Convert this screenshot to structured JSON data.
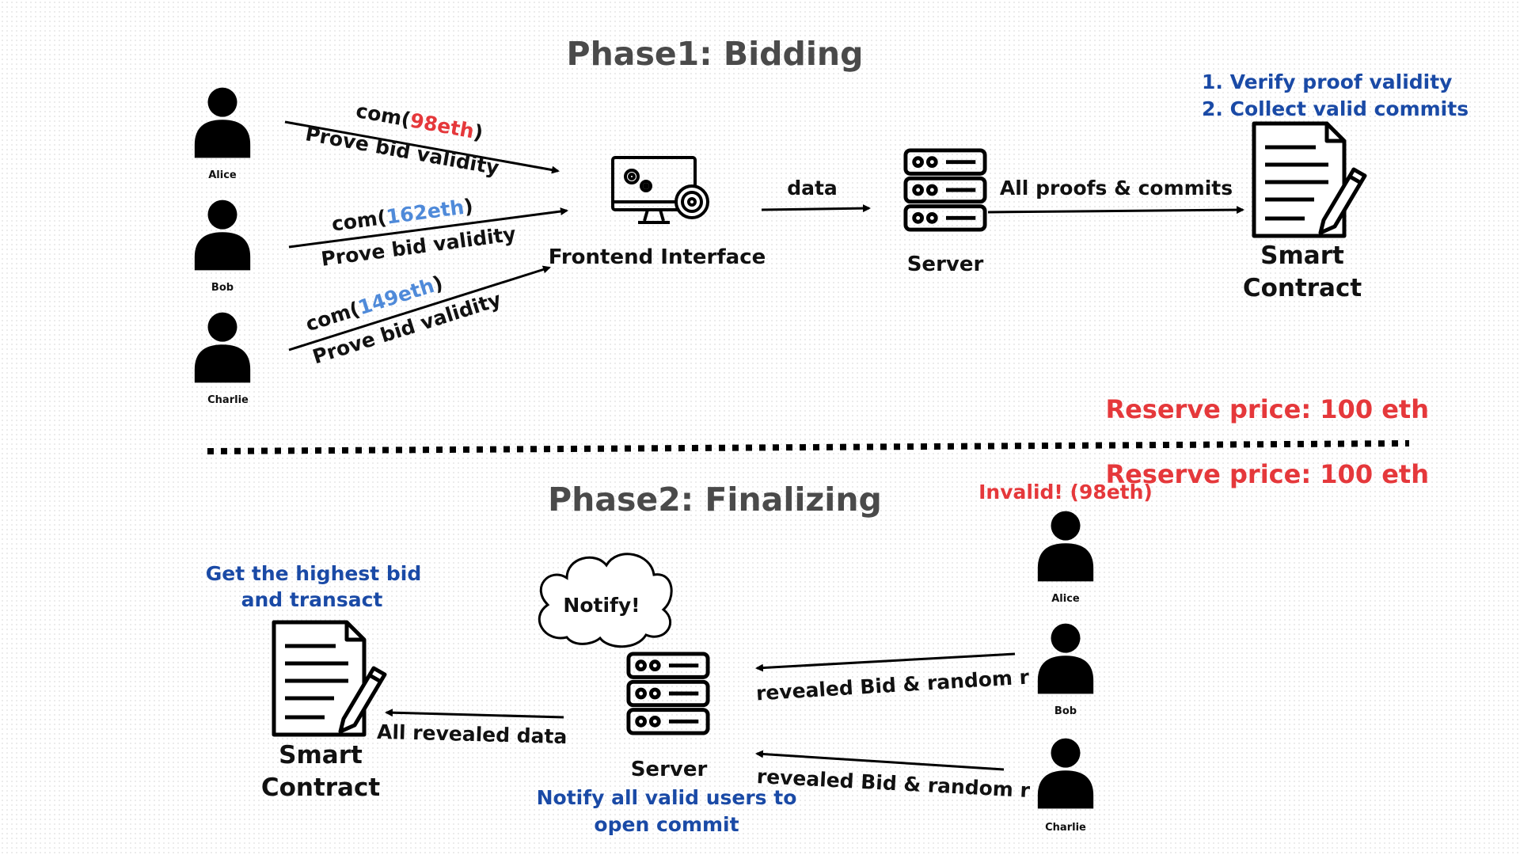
{
  "phase1": {
    "title": "Phase1: Bidding",
    "users": [
      "Alice",
      "Bob",
      "Charlie"
    ],
    "bids": [
      {
        "com_prefix": "com(",
        "amount": "98eth",
        "com_suffix": ")",
        "proof": "Prove bid validity",
        "amount_color": "red"
      },
      {
        "com_prefix": "com(",
        "amount": "162eth",
        "com_suffix": ")",
        "proof": "Prove bid validity",
        "amount_color": "blue"
      },
      {
        "com_prefix": "com(",
        "amount": "149eth",
        "com_suffix": ")",
        "proof": "Prove bid validity",
        "amount_color": "blue"
      }
    ],
    "frontend_label": "Frontend Interface",
    "data_label": "data",
    "server_label": "Server",
    "proofs_label": "All proofs & commits",
    "contract_line1": "Smart",
    "contract_line2": "Contract",
    "steps": [
      "1. Verify proof validity",
      "2.  Collect valid commits"
    ],
    "reserve": "Reserve price: 100 eth"
  },
  "phase2": {
    "title": "Phase2: Finalizing",
    "reserve": "Reserve price: 100 eth",
    "invalid": "Invalid! (98eth)",
    "users": [
      "Alice",
      "Bob",
      "Charlie"
    ],
    "reveal_label": "revealed Bid & random r",
    "notify": "Notify!",
    "server_label": "Server",
    "server_note_line1": "Notify all valid users to",
    "server_note_line2": "open commit",
    "all_revealed": "All revealed data",
    "contract_note_line1": "Get the highest bid",
    "contract_note_line2": "and transact",
    "contract_line1": "Smart",
    "contract_line2": "Contract"
  },
  "colors": {
    "accent_red": "#e5383b",
    "accent_blue": "#1a4aa6",
    "amount_blue": "#4f8ad9"
  },
  "icons": [
    "person-icon",
    "computer-settings-icon",
    "server-icon",
    "contract-pen-icon",
    "cloud-icon"
  ]
}
